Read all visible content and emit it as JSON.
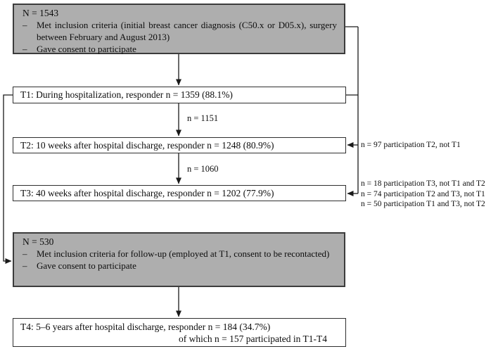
{
  "diagram": {
    "bullet_marker": "–",
    "cohort1": {
      "n_label": "N = 1543",
      "bullets": [
        "Met inclusion criteria (initial breast cancer diagnosis (C50.x or D05.x), surgery between February and August 2013)",
        "Gave consent to participate"
      ]
    },
    "t1": {
      "label": "T1: During hospitalization, responder n = 1359 (88.1%)"
    },
    "flow_t1_t2": "n = 1151",
    "t2": {
      "label": "T2: 10 weeks after hospital discharge, responder n = 1248 (80.9%)"
    },
    "flow_t2_t3": "n = 1060",
    "t3": {
      "label": "T3: 40 weeks after hospital discharge, responder n = 1202 (77.9%)"
    },
    "cohort2": {
      "n_label": "N = 530",
      "bullets": [
        "Met inclusion criteria for follow-up (employed at T1, consent to be recontacted)",
        "Gave consent to participate"
      ]
    },
    "t4": {
      "label": "T4: 5–6 years after hospital discharge, responder n = 184 (34.7%)",
      "sublabel": "of which n = 157 participated in T1-T4"
    },
    "side_notes": {
      "t2": "n = 97 participation T2, not T1",
      "t3": [
        "n = 18 participation T3, not T1 and T2",
        "n = 74 participation T2 and T3, not T1",
        "n = 50 participation T1 and T3, not T2"
      ]
    },
    "colors": {
      "box_fill_gray": "#aeaeae",
      "box_fill_white": "#ffffff",
      "box_border": "#2f2f2f",
      "connector_line": "#1a1a1a",
      "text": "#0d0d0d"
    }
  }
}
